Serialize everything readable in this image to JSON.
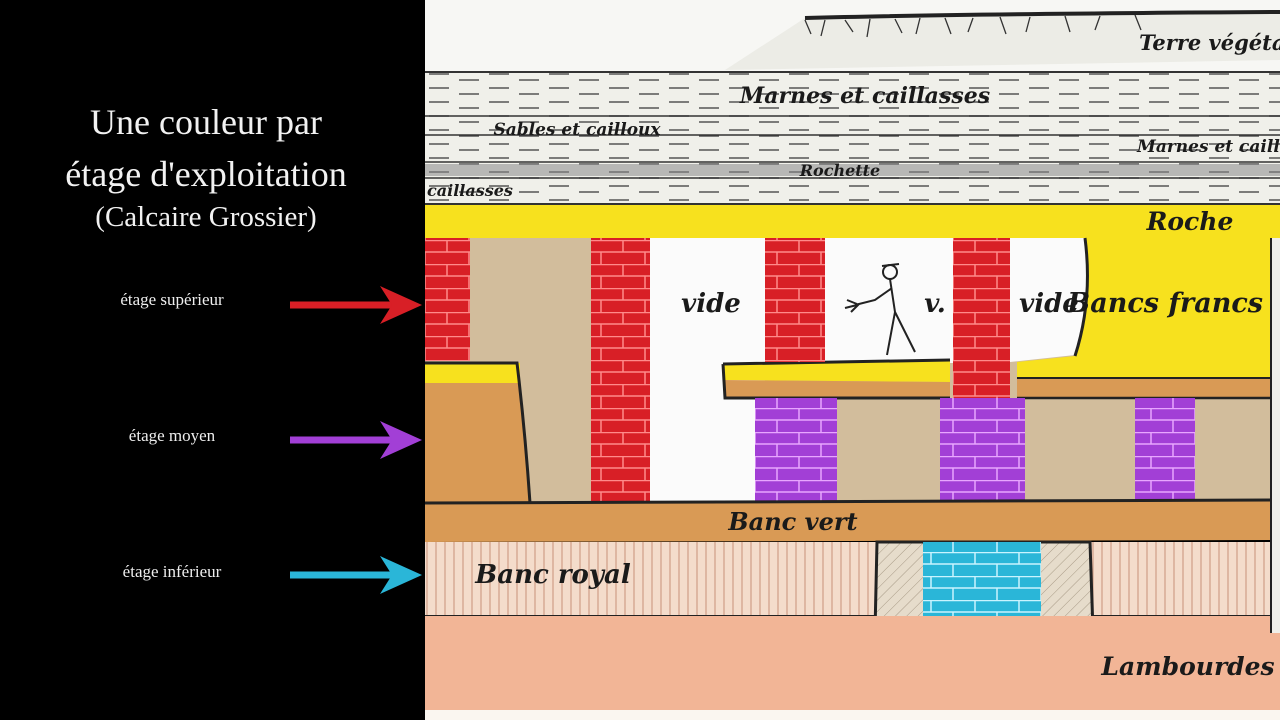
{
  "title": {
    "line1": "Une couleur par",
    "line2": "étage d'exploitation",
    "line3": "(Calcaire Grossier)"
  },
  "stages": [
    {
      "label": "étage supérieur",
      "color": "#d81f26"
    },
    {
      "label": "étage moyen",
      "color": "#a23fd6"
    },
    {
      "label": "étage inférieur",
      "color": "#2ab6d8"
    }
  ],
  "layers": {
    "terre_vegetale": "Terre végétale",
    "marnes_caillasses": "Marnes et caillasses",
    "sables_cailloux": "Sables et cailloux",
    "marnes_caill": "Marnes et caill",
    "rochette": "Rochette",
    "caillasses": "caillasses",
    "roche": "Roche",
    "bancs_francs": "Bancs francs",
    "banc_vert": "Banc vert",
    "banc_royal": "Banc royal",
    "lambourdes": "Lambourdes"
  },
  "voids": {
    "vide_1": "vide",
    "vide_2": "v.",
    "vide_3": "vide"
  },
  "colors": {
    "roche_yellow": "#f7e11e",
    "beige": "#d2bd9c",
    "banc_orange": "#d99a55",
    "banc_royal": "#f4dccb",
    "lambourdes": "#f2b596",
    "strata_bg": "#f0f0ea"
  }
}
